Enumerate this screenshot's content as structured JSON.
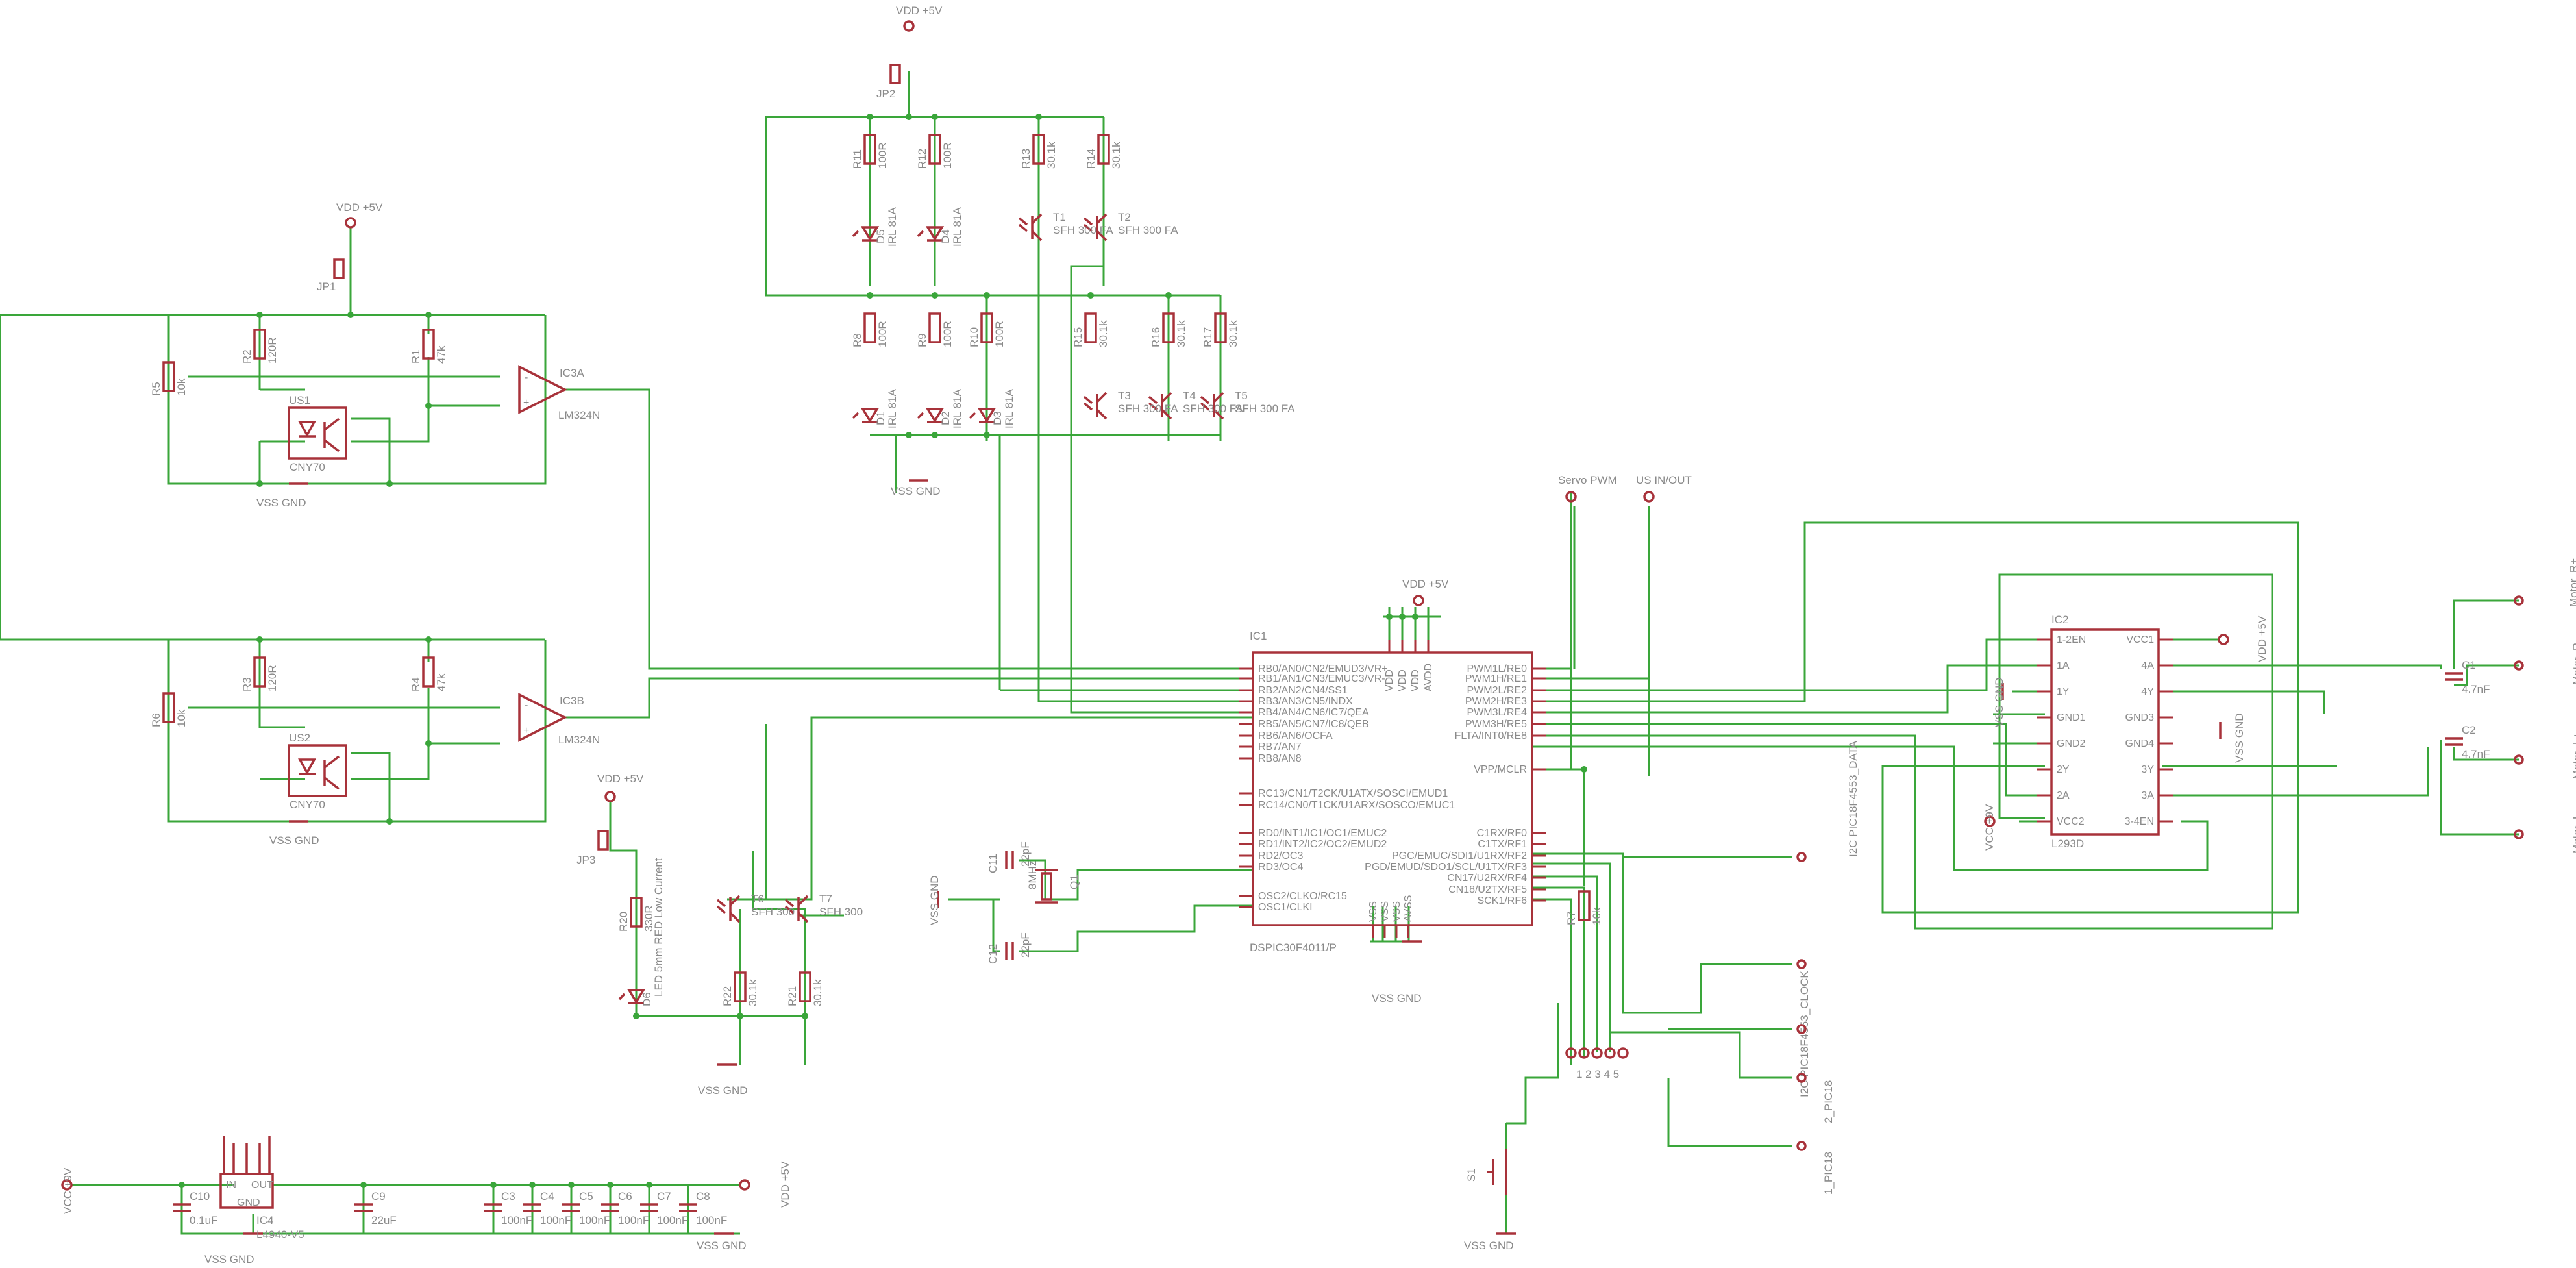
{
  "power": {
    "vdd5v": "VDD +5V",
    "vssgnd": "VSS GND",
    "vcc9v": "VCC +9V"
  },
  "connectors": {
    "jp1": "JP1",
    "jp2": "JP2",
    "jp3": "JP3",
    "servo": "Servo PWM",
    "us": "US IN/OUT",
    "motor_r_plus": "Motor_R+",
    "motor_r_minus": "Motor_R-",
    "motor_l_plus": "Motor_L+",
    "motor_l_minus": "Motor_L-",
    "i2c_data": "I2C PIC18F4553_DATA",
    "i2c_clock": "I2C PIC18F4553_CLOCK",
    "pic18_2": "2_PIC18",
    "pic18_1": "1_PIC18",
    "header_pins": "1 2 3 4 5",
    "s1": "S1"
  },
  "resistors": [
    {
      "ref": "R11",
      "val": "100R"
    },
    {
      "ref": "R12",
      "val": "100R"
    },
    {
      "ref": "R13",
      "val": "30.1k"
    },
    {
      "ref": "R14",
      "val": "30.1k"
    },
    {
      "ref": "R8",
      "val": "100R"
    },
    {
      "ref": "R9",
      "val": "100R"
    },
    {
      "ref": "R10",
      "val": "100R"
    },
    {
      "ref": "R15",
      "val": "30.1k"
    },
    {
      "ref": "R16",
      "val": "30.1k"
    },
    {
      "ref": "R17",
      "val": "30.1k"
    },
    {
      "ref": "R2",
      "val": "120R"
    },
    {
      "ref": "R1",
      "val": "47k"
    },
    {
      "ref": "R3",
      "val": "120R"
    },
    {
      "ref": "R4",
      "val": "47k"
    },
    {
      "ref": "R5",
      "val": "10k"
    },
    {
      "ref": "R6",
      "val": "10k"
    },
    {
      "ref": "R20",
      "val": "330R"
    },
    {
      "ref": "R22",
      "val": "30.1k"
    },
    {
      "ref": "R21",
      "val": "30.1k"
    },
    {
      "ref": "R7",
      "val": "10k"
    }
  ],
  "leds": [
    {
      "ref": "D5",
      "val": "IRL 81A"
    },
    {
      "ref": "D4",
      "val": "IRL 81A"
    },
    {
      "ref": "D1",
      "val": "IRL 81A"
    },
    {
      "ref": "D2",
      "val": "IRL 81A"
    },
    {
      "ref": "D3",
      "val": "IRL 81A"
    },
    {
      "ref": "D6",
      "val": "LED 5mm RED Low Current"
    }
  ],
  "transistors": [
    {
      "ref": "T1",
      "val": "SFH 300 FA"
    },
    {
      "ref": "T2",
      "val": "SFH 300 FA"
    },
    {
      "ref": "T3",
      "val": "SFH 300 FA"
    },
    {
      "ref": "T4",
      "val": "SFH 300 FA"
    },
    {
      "ref": "T5",
      "val": "SFH 300 FA"
    },
    {
      "ref": "T6",
      "val": "SFH 300"
    },
    {
      "ref": "T7",
      "val": "SFH 300"
    }
  ],
  "opto": [
    {
      "ref": "US1",
      "val": "CNY70"
    },
    {
      "ref": "US2",
      "val": "CNY70"
    }
  ],
  "opamps": [
    {
      "ref": "IC3A",
      "val": "LM324N"
    },
    {
      "ref": "IC3B",
      "val": "LM324N"
    }
  ],
  "ic1": {
    "ref": "IC1",
    "val": "DSPIC30F4011/P",
    "left_pins": [
      "RB0/AN0/CN2/EMUD3/VR+",
      "RB1/AN1/CN3/EMUC3/VR-",
      "RB2/AN2/CN4/SS1",
      "RB3/AN3/CN5/INDX",
      "RB4/AN4/CN6/IC7/QEA",
      "RB5/AN5/CN7/IC8/QEB",
      "RB6/AN6/OCFA",
      "RB7/AN7",
      "RB8/AN8",
      "RC13/CN1/T2CK/U1ATX/SOSCI/EMUD1",
      "RC14/CN0/T1CK/U1ARX/SOSCO/EMUC1",
      "RD0/INT1/IC1/OC1/EMUC2",
      "RD1/INT2/IC2/OC2/EMUD2",
      "RD2/OC3",
      "RD3/OC4",
      "OSC2/CLKO/RC15",
      "OSC1/CLKI"
    ],
    "right_pins": [
      "PWM1L/RE0",
      "PWM1H/RE1",
      "PWM2L/RE2",
      "PWM2H/RE3",
      "PWM3L/RE4",
      "PWM3H/RE5",
      "FLTA/INT0/RE8",
      "VPP/MCLR",
      "C1RX/RF0",
      "C1TX/RF1",
      "PGC/EMUC/SDI1/U1RX/RF2",
      "PGD/EMUD/SDO1/SCL/U1TX/RF3",
      "CN17/U2RX/RF4",
      "CN18/U2TX/RF5",
      "SCK1/RF6"
    ],
    "top_pins": [
      "VDD",
      "VDD",
      "VDD",
      "AVDD"
    ],
    "bottom_pins": [
      "VSS",
      "VSS",
      "VSS",
      "AVSS"
    ]
  },
  "ic2": {
    "ref": "IC2",
    "val": "L293D",
    "left_pins": [
      "1-2EN",
      "1A",
      "1Y",
      "GND1",
      "GND2",
      "2Y",
      "2A",
      "VCC2"
    ],
    "right_pins": [
      "VCC1",
      "4A",
      "4Y",
      "GND3",
      "GND4",
      "3Y",
      "3A",
      "3-4EN"
    ]
  },
  "ic4": {
    "ref": "IC4",
    "val": "L4940-V5",
    "in": "IN",
    "out": "OUT",
    "gnd": "GND"
  },
  "crystal": {
    "ref": "Q1",
    "val": "8MHz"
  },
  "capacitors": [
    {
      "ref": "C11",
      "val": "22pF"
    },
    {
      "ref": "C12",
      "val": "22pF"
    },
    {
      "ref": "C1",
      "val": "4.7nF"
    },
    {
      "ref": "C2",
      "val": "4.7nF"
    },
    {
      "ref": "C10",
      "val": "0.1uF"
    },
    {
      "ref": "C9",
      "val": "22uF"
    },
    {
      "ref": "C3",
      "val": "100nF"
    },
    {
      "ref": "C4",
      "val": "100nF"
    },
    {
      "ref": "C5",
      "val": "100nF"
    },
    {
      "ref": "C6",
      "val": "100nF"
    },
    {
      "ref": "C7",
      "val": "100nF"
    },
    {
      "ref": "C8",
      "val": "100nF"
    }
  ],
  "icons": {
    "ground": "ground-symbol-icon",
    "power": "power-circle-icon",
    "switch": "pushbutton-icon"
  },
  "colors": {
    "wire": "#3aa63a",
    "symbol": "#a8323a",
    "text": "#8a8a8a",
    "background": "#ffffff"
  }
}
